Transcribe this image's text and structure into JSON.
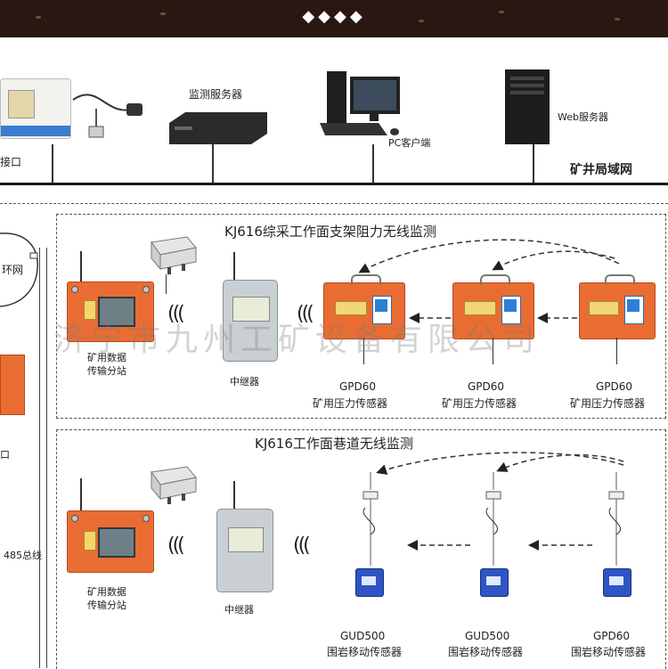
{
  "header": {
    "ornament": "◆◆◆◆"
  },
  "network": {
    "interface_label": "接口",
    "monitor_server_label": "监测服务器",
    "pc_client_label": "PC客户端",
    "web_server_label": "Web服务器",
    "lan_label": "矿井局域网"
  },
  "left_side": {
    "ring_label": "环网",
    "port_label": "口",
    "bus_label": "485总线"
  },
  "section1": {
    "title": "KJ616综采工作面支架阻力无线监测",
    "station_label_1": "矿用数据",
    "station_label_2": "传输分站",
    "repeater_label": "中继器",
    "sensors": [
      {
        "model": "GPD60",
        "name": "矿用压力传感器"
      },
      {
        "model": "GPD60",
        "name": "矿用压力传感器"
      },
      {
        "model": "GPD60",
        "name": "矿用压力传感器"
      }
    ]
  },
  "section2": {
    "title": "KJ616工作面巷道无线监测",
    "station_label_1": "矿用数据",
    "station_label_2": "传输分站",
    "repeater_label": "中继器",
    "sensors": [
      {
        "model": "GUD500",
        "name": "围岩移动传感器"
      },
      {
        "model": "GUD500",
        "name": "围岩移动传感器"
      },
      {
        "model": "GPD60",
        "name": "围岩移动传感器"
      }
    ]
  },
  "watermark": "济宁市九州工矿设备有限公司",
  "wireless_symbol": "(((",
  "colors": {
    "banner": "#2a1712",
    "device_orange": "#e96d33",
    "sensor_blue": "#2f55c4"
  }
}
